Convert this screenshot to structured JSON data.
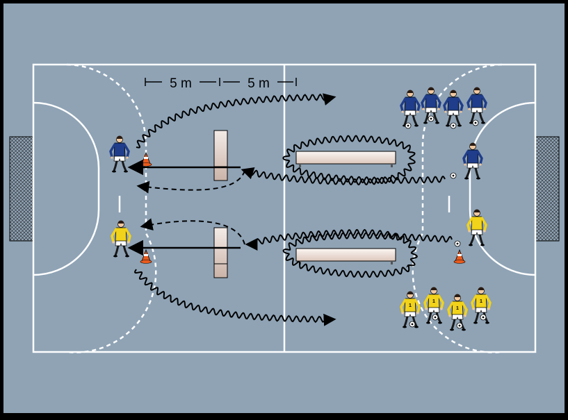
{
  "diagram": {
    "measure_left": "5 m",
    "measure_right": "5 m",
    "colors": {
      "background": "#8fa3b5",
      "lines": "#ffffff",
      "team_blue": "#1f3d8a",
      "team_yellow": "#f2d31b",
      "cone": "#e85a1c",
      "bench": "#f2e6e0"
    },
    "elements": {
      "court": "handball-court",
      "goals": [
        "left-goal",
        "right-goal"
      ],
      "obstacles": [
        "vertical-board-top",
        "vertical-board-bottom",
        "bench-top",
        "bench-bottom"
      ],
      "cones": 3,
      "blue_queue_players": 4,
      "yellow_queue_players": 4
    }
  }
}
